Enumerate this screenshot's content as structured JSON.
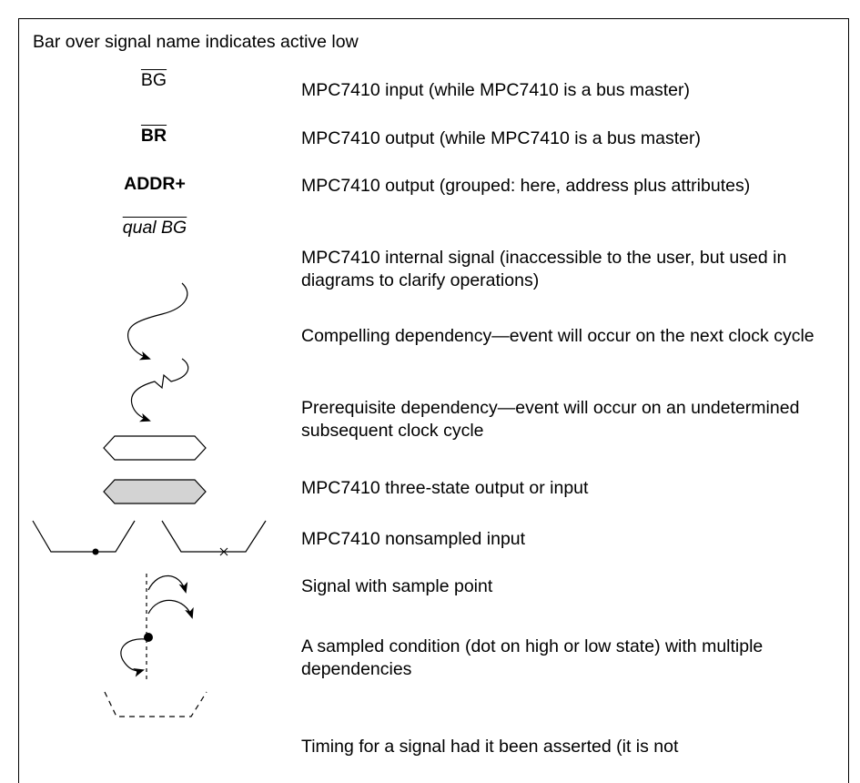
{
  "header": {
    "text": "Bar over signal name indicates active low"
  },
  "symbols": {
    "bg": "BG",
    "br": "BR",
    "addr": "ADDR+",
    "qual_bg": "qual BG"
  },
  "descriptions": [
    "MPC7410 input (while MPC7410 is a bus master)",
    "MPC7410 output (while MPC7410 is a bus master)",
    "MPC7410 output (grouped: here, address plus attributes)",
    "MPC7410 internal signal (inaccessible to the user, but used in diagrams to clarify operations)",
    "Compelling dependency—event will occur on the next clock cycle",
    "Prerequisite dependency—event will occur on an undetermined subsequent clock cycle",
    "MPC7410 three-state output or input",
    "MPC7410 nonsampled input",
    "Signal with sample point",
    "A sampled condition (dot on high or low state) with multiple dependencies",
    "Timing for a signal had it been asserted (it is not"
  ],
  "colors": {
    "three_state_fill": "#d3d3d3"
  }
}
